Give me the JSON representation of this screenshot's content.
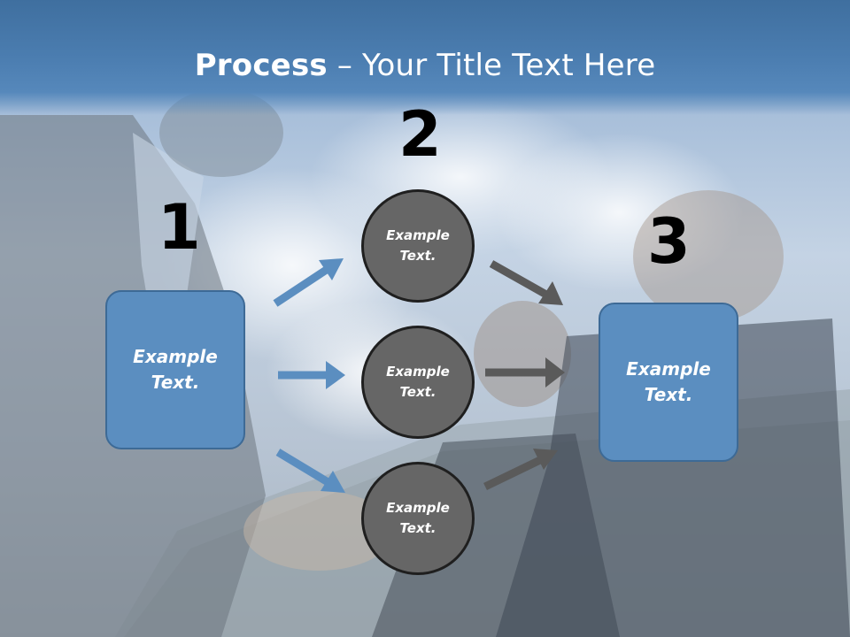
{
  "title": {
    "bold": "Process",
    "rest": " – Your Title Text Here"
  },
  "steps": [
    {
      "number": "1",
      "box_text_line1": "Example",
      "box_text_line2": "Text."
    },
    {
      "number": "2"
    },
    {
      "number": "3",
      "box_text_line1": "Example",
      "box_text_line2": "Text."
    }
  ],
  "circles": [
    {
      "line1": "Example",
      "line2": "Text."
    },
    {
      "line1": "Example",
      "line2": "Text."
    },
    {
      "line1": "Example",
      "line2": "Text."
    }
  ],
  "colors": {
    "box_fill": "#5b8ec0",
    "circle_fill": "#666666",
    "blue_arrow": "#5b8ec0",
    "gray_arrow": "#5a5a5a",
    "header": "#4b7db0"
  }
}
